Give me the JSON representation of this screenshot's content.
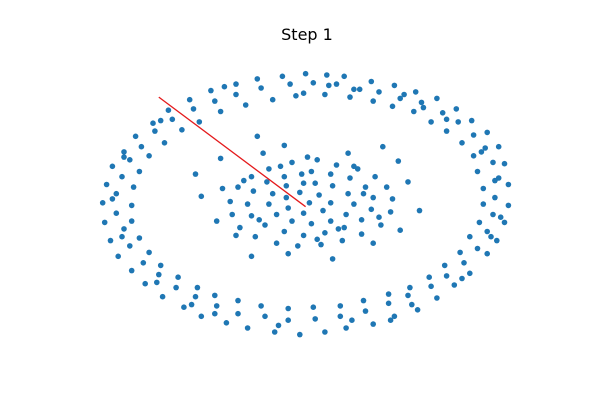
{
  "chart_data": {
    "type": "scatter",
    "title": "Step 1",
    "xlabel": "",
    "ylabel": "",
    "axes_visible": false,
    "grid": false,
    "xlim": [
      -1.1,
      1.1
    ],
    "ylim": [
      -1.1,
      1.1
    ],
    "colors": {
      "points": "#1f77b4",
      "line": "#e41a1c"
    },
    "line": {
      "x": [
        -0.77,
        -0.01
      ],
      "y": [
        0.8,
        -0.04
      ]
    },
    "points": [
      [
        -0.01,
        0.98
      ],
      [
        0.1,
        0.97
      ],
      [
        0.19,
        0.96
      ],
      [
        0.33,
        0.92
      ],
      [
        0.45,
        0.89
      ],
      [
        0.56,
        0.84
      ],
      [
        0.67,
        0.79
      ],
      [
        0.77,
        0.71
      ],
      [
        0.85,
        0.62
      ],
      [
        0.93,
        0.53
      ],
      [
        0.99,
        0.42
      ],
      [
        1.02,
        0.29
      ],
      [
        1.04,
        0.13
      ],
      [
        1.04,
        -0.03
      ],
      [
        1.02,
        -0.16
      ],
      [
        0.98,
        -0.3
      ],
      [
        0.93,
        -0.4
      ],
      [
        0.84,
        -0.55
      ],
      [
        0.76,
        -0.64
      ],
      [
        0.67,
        -0.74
      ],
      [
        0.57,
        -0.83
      ],
      [
        0.45,
        -0.88
      ],
      [
        0.34,
        -0.94
      ],
      [
        0.2,
        -0.97
      ],
      [
        0.09,
        -1.0
      ],
      [
        -0.04,
        -1.02
      ],
      [
        -0.17,
        -1.0
      ],
      [
        -0.31,
        -0.97
      ],
      [
        -0.42,
        -0.93
      ],
      [
        -0.55,
        -0.88
      ],
      [
        -0.64,
        -0.81
      ],
      [
        -0.75,
        -0.73
      ],
      [
        -0.84,
        -0.63
      ],
      [
        -0.91,
        -0.53
      ],
      [
        -0.98,
        -0.42
      ],
      [
        -1.02,
        -0.3
      ],
      [
        -1.05,
        -0.16
      ],
      [
        -1.06,
        -0.01
      ],
      [
        -1.04,
        0.13
      ],
      [
        -1.01,
        0.27
      ],
      [
        -0.95,
        0.38
      ],
      [
        -0.89,
        0.5
      ],
      [
        -0.8,
        0.6
      ],
      [
        -0.72,
        0.7
      ],
      [
        -0.61,
        0.78
      ],
      [
        -0.5,
        0.85
      ],
      [
        -0.37,
        0.9
      ],
      [
        -0.26,
        0.94
      ],
      [
        -0.13,
        0.96
      ],
      [
        0.03,
        0.91
      ],
      [
        0.15,
        0.9
      ],
      [
        0.24,
        0.86
      ],
      [
        0.37,
        0.84
      ],
      [
        0.48,
        0.79
      ],
      [
        0.59,
        0.76
      ],
      [
        0.7,
        0.68
      ],
      [
        0.78,
        0.61
      ],
      [
        0.86,
        0.51
      ],
      [
        0.92,
        0.41
      ],
      [
        0.96,
        0.3
      ],
      [
        0.97,
        0.16
      ],
      [
        0.97,
        0.03
      ],
      [
        0.96,
        -0.1
      ],
      [
        0.93,
        -0.23
      ],
      [
        0.88,
        -0.36
      ],
      [
        0.81,
        -0.47
      ],
      [
        0.72,
        -0.57
      ],
      [
        0.64,
        -0.65
      ],
      [
        0.52,
        -0.72
      ],
      [
        0.42,
        -0.78
      ],
      [
        0.3,
        -0.84
      ],
      [
        0.17,
        -0.88
      ],
      [
        0.04,
        -0.9
      ],
      [
        -0.1,
        -0.91
      ],
      [
        -0.22,
        -0.88
      ],
      [
        -0.36,
        -0.86
      ],
      [
        -0.47,
        -0.8
      ],
      [
        -0.58,
        -0.73
      ],
      [
        -0.68,
        -0.66
      ],
      [
        -0.77,
        -0.56
      ],
      [
        -0.85,
        -0.47
      ],
      [
        -0.92,
        -0.34
      ],
      [
        -0.95,
        -0.21
      ],
      [
        -0.99,
        -0.09
      ],
      [
        -0.99,
        0.06
      ],
      [
        -0.96,
        0.19
      ],
      [
        -0.92,
        0.32
      ],
      [
        -0.86,
        0.42
      ],
      [
        -0.79,
        0.54
      ],
      [
        -0.7,
        0.63
      ],
      [
        -0.59,
        0.71
      ],
      [
        -0.48,
        0.77
      ],
      [
        -0.37,
        0.82
      ],
      [
        -0.24,
        0.87
      ],
      [
        -0.09,
        0.9
      ],
      [
        -0.02,
        0.83
      ],
      [
        0.09,
        0.82
      ],
      [
        0.22,
        0.8
      ],
      [
        0.34,
        0.77
      ],
      [
        0.44,
        0.73
      ],
      [
        0.55,
        0.69
      ],
      [
        0.64,
        0.61
      ],
      [
        0.72,
        0.54
      ],
      [
        0.8,
        0.45
      ],
      [
        0.86,
        0.35
      ],
      [
        0.88,
        0.23
      ],
      [
        0.91,
        0.1
      ],
      [
        0.91,
        -0.02
      ],
      [
        0.89,
        -0.16
      ],
      [
        0.84,
        -0.27
      ],
      [
        0.79,
        -0.39
      ],
      [
        0.71,
        -0.49
      ],
      [
        0.63,
        -0.58
      ],
      [
        0.53,
        -0.66
      ],
      [
        0.42,
        -0.71
      ],
      [
        0.29,
        -0.76
      ],
      [
        0.17,
        -0.8
      ],
      [
        0.03,
        -0.81
      ],
      [
        -0.1,
        -0.82
      ],
      [
        -0.24,
        -0.8
      ],
      [
        -0.36,
        -0.76
      ],
      [
        -0.48,
        -0.72
      ],
      [
        -0.57,
        -0.66
      ],
      [
        -0.67,
        -0.58
      ],
      [
        -0.76,
        -0.49
      ],
      [
        -0.82,
        -0.39
      ],
      [
        -0.87,
        -0.28
      ],
      [
        -0.91,
        -0.15
      ],
      [
        -0.91,
        -0.03
      ],
      [
        -0.9,
        0.11
      ],
      [
        -0.87,
        0.23
      ],
      [
        -0.82,
        0.35
      ],
      [
        -0.74,
        0.45
      ],
      [
        -0.65,
        0.55
      ],
      [
        -0.56,
        0.61
      ],
      [
        -0.45,
        0.69
      ],
      [
        -0.32,
        0.74
      ],
      [
        -0.18,
        0.78
      ],
      [
        -0.06,
        0.81
      ],
      [
        0.11,
        0.89
      ],
      [
        0.27,
        0.86
      ],
      [
        0.5,
        0.82
      ],
      [
        0.72,
        0.63
      ],
      [
        0.9,
        0.38
      ],
      [
        0.99,
        0.18
      ],
      [
        1.0,
        -0.12
      ],
      [
        0.95,
        -0.27
      ],
      [
        0.8,
        -0.59
      ],
      [
        0.54,
        -0.79
      ],
      [
        0.23,
        -0.91
      ],
      [
        -0.15,
        -0.95
      ],
      [
        -0.48,
        -0.86
      ],
      [
        -0.78,
        -0.62
      ],
      [
        -0.96,
        -0.27
      ],
      [
        -1.01,
        0.02
      ],
      [
        -0.95,
        0.34
      ],
      [
        -0.76,
        0.62
      ],
      [
        -0.43,
        0.88
      ],
      [
        0.6,
        0.72
      ],
      [
        -0.6,
        -0.79
      ],
      [
        0.43,
        -0.91
      ],
      [
        0.05,
        0.32
      ],
      [
        0.15,
        0.28
      ],
      [
        0.26,
        0.25
      ],
      [
        0.35,
        0.19
      ],
      [
        0.41,
        0.11
      ],
      [
        0.44,
        0.02
      ],
      [
        0.43,
        -0.08
      ],
      [
        0.38,
        -0.18
      ],
      [
        0.28,
        -0.25
      ],
      [
        0.18,
        -0.3
      ],
      [
        0.07,
        -0.33
      ],
      [
        -0.05,
        -0.34
      ],
      [
        -0.16,
        -0.32
      ],
      [
        -0.27,
        -0.27
      ],
      [
        -0.35,
        -0.2
      ],
      [
        -0.39,
        -0.1
      ],
      [
        -0.4,
        0.0
      ],
      [
        -0.36,
        0.11
      ],
      [
        -0.29,
        0.19
      ],
      [
        -0.2,
        0.25
      ],
      [
        -0.08,
        0.3
      ],
      [
        0.02,
        0.23
      ],
      [
        0.12,
        0.21
      ],
      [
        0.22,
        0.18
      ],
      [
        0.3,
        0.11
      ],
      [
        0.34,
        0.03
      ],
      [
        0.33,
        -0.06
      ],
      [
        0.28,
        -0.14
      ],
      [
        0.19,
        -0.2
      ],
      [
        0.09,
        -0.24
      ],
      [
        -0.02,
        -0.26
      ],
      [
        -0.12,
        -0.23
      ],
      [
        -0.22,
        -0.18
      ],
      [
        -0.29,
        -0.11
      ],
      [
        -0.31,
        -0.02
      ],
      [
        -0.28,
        0.08
      ],
      [
        -0.21,
        0.15
      ],
      [
        -0.12,
        0.19
      ],
      [
        -0.03,
        0.21
      ],
      [
        0.04,
        0.14
      ],
      [
        0.13,
        0.12
      ],
      [
        0.21,
        0.06
      ],
      [
        0.24,
        -0.02
      ],
      [
        0.2,
        -0.1
      ],
      [
        0.12,
        -0.15
      ],
      [
        0.02,
        -0.17
      ],
      [
        -0.08,
        -0.15
      ],
      [
        -0.16,
        -0.1
      ],
      [
        -0.2,
        -0.02
      ],
      [
        -0.18,
        0.06
      ],
      [
        -0.11,
        0.12
      ],
      [
        -0.02,
        0.14
      ],
      [
        0.06,
        0.05
      ],
      [
        0.12,
        -0.01
      ],
      [
        0.08,
        -0.07
      ],
      [
        -0.02,
        -0.09
      ],
      [
        -0.1,
        -0.05
      ],
      [
        -0.11,
        0.03
      ],
      [
        -0.04,
        0.07
      ],
      [
        0.01,
        -0.01
      ],
      [
        0.29,
        0.06
      ],
      [
        0.16,
        -0.21
      ],
      [
        -0.25,
        -0.14
      ],
      [
        -0.33,
        0.16
      ],
      [
        -0.14,
        0.27
      ],
      [
        0.24,
        0.27
      ],
      [
        0.37,
        -0.12
      ],
      [
        0.05,
        -0.29
      ],
      [
        -0.37,
        -0.26
      ],
      [
        -0.44,
        0.1
      ],
      [
        0.21,
        0.37
      ],
      [
        -0.23,
        0.37
      ],
      [
        -0.26,
        0.5
      ],
      [
        -0.12,
        0.43
      ],
      [
        0.52,
        0.15
      ],
      [
        0.58,
        -0.07
      ],
      [
        0.13,
        -0.44
      ],
      [
        -0.29,
        -0.42
      ],
      [
        -0.47,
        -0.15
      ],
      [
        -0.45,
        0.33
      ],
      [
        0.47,
        0.31
      ],
      [
        0.34,
        -0.32
      ],
      [
        -0.55,
        0.04
      ],
      [
        0.39,
        0.42
      ],
      [
        0.0,
        0.34
      ],
      [
        -0.1,
        -0.4
      ],
      [
        0.48,
        -0.22
      ],
      [
        -0.58,
        0.21
      ]
    ]
  }
}
